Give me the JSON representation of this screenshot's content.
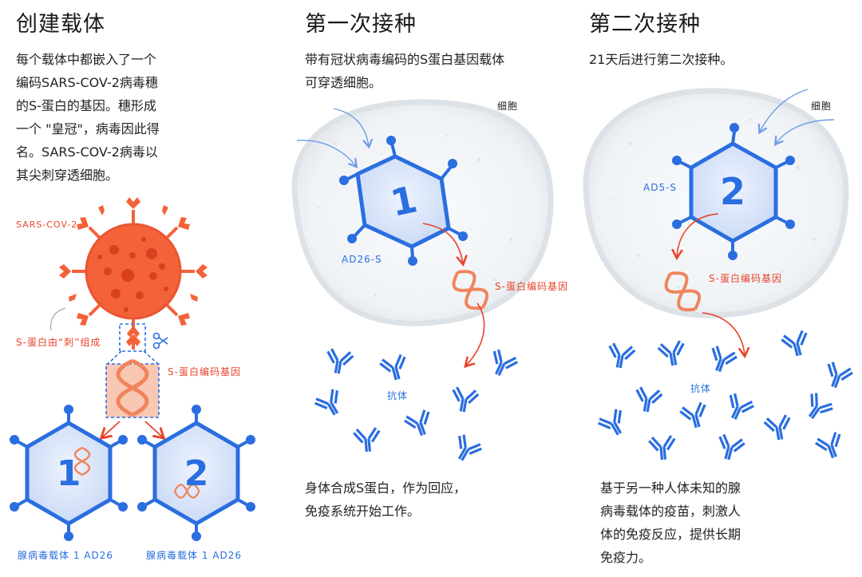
{
  "col1": {
    "title": "创建载体",
    "lines": [
      "每个载体中都嵌入了一个",
      "编码SARS-COV-2病毒穗",
      "的S-蛋白的基因。穗形成",
      "一个 \"皇冠\"，病毒因此得",
      "名。SARS-COV-2病毒以",
      "其尖刺穿透细胞。"
    ],
    "virus_label": "SARS-COV-2",
    "spike_label": "S-蛋白由“刺”组成",
    "gene_label": "S-蛋白编码基因",
    "vector1_number": "1",
    "vector2_number": "2",
    "vector1_caption": "腺病毒载体 1 AD26",
    "vector2_caption": "腺病毒载体 1 AD26"
  },
  "col2": {
    "title": "第一次接种",
    "lines": [
      "带有冠状病毒编码的S蛋白基因载体",
      "可穿透细胞。"
    ],
    "cell_label": "细胞",
    "vector_label": "AD26-S",
    "vector_number": "1",
    "gene_label": "S-蛋白编码基因",
    "antibody_label": "抗体",
    "bottom_lines": [
      "身体合成S蛋白，作为回应，",
      "免疫系统开始工作。"
    ]
  },
  "col3": {
    "title": "第二次接种",
    "lines": [
      "21天后进行第二次接种。"
    ],
    "cell_label": "细胞",
    "vector_label": "AD5-S",
    "vector_number": "2",
    "gene_label": "S-蛋白编码基因",
    "antibody_label": "抗体",
    "bottom_lines": [
      "基于另一种人体未知的腺",
      "病毒载体的疫苗，刺激人",
      "体的免疫反应，提供长期",
      "免疫力。"
    ]
  },
  "colors": {
    "virus": "#f4623a",
    "virus_dark": "#e24824",
    "vector_blue": "#2a6ee0",
    "vector_fill": "#dbe7fb",
    "gene": "#f0845c",
    "cell": "#e4e8ec"
  }
}
